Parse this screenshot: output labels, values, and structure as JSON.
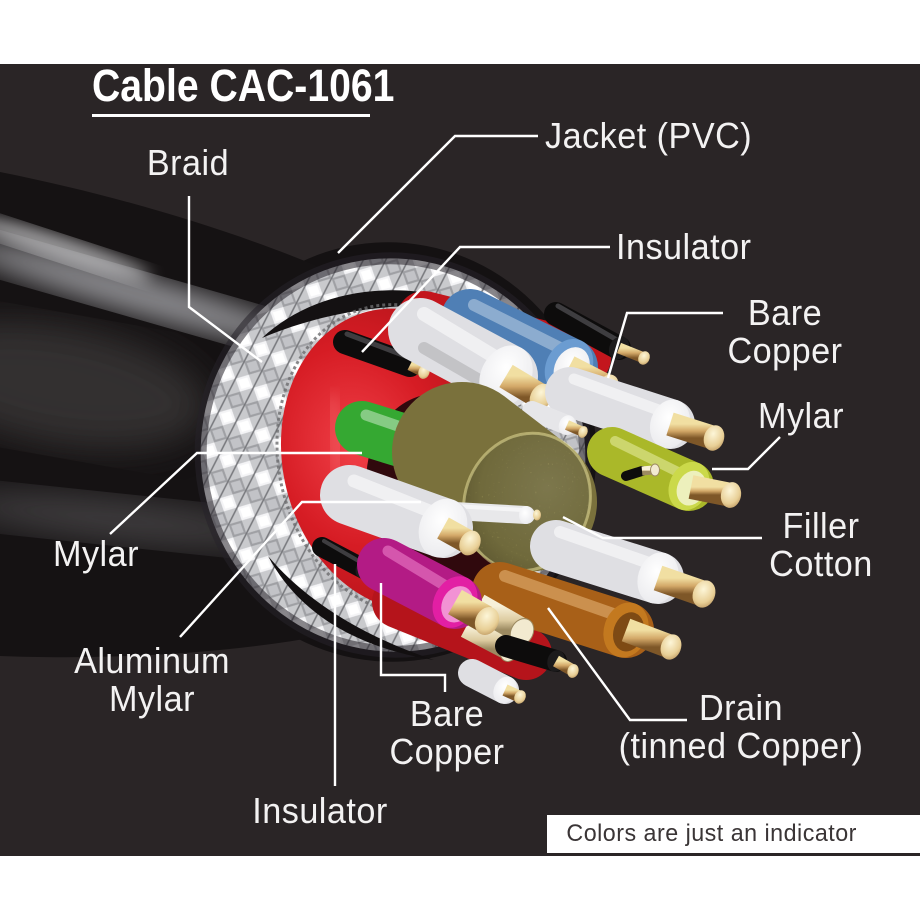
{
  "title": {
    "text": "Cable CAC-1061"
  },
  "note": {
    "text": "Colors are just an indicator"
  },
  "labels": {
    "braid": "Braid",
    "jacket": "Jacket (PVC)",
    "insulator_right": "Insulator",
    "bare_copper_right": "Bare\nCopper",
    "mylar_right": "Mylar",
    "filler_cotton": "Filler\nCotton",
    "mylar_left": "Mylar",
    "aluminum_mylar": "Aluminum\nMylar",
    "bare_copper_bottom": "Bare\nCopper",
    "insulator_bottom": "Insulator",
    "drain": "Drain\n(tinned Copper)"
  },
  "colors": {
    "background": "#2a2526",
    "panel_white": "#ffffff",
    "label_text": "#f3f2f2",
    "note_text": "#3a3536",
    "leader_line": "#ffffff",
    "jacket_black": "#161314",
    "braid_white": "#f2f2f4",
    "red_sheath": "#d61c24",
    "copper": "#d3a868",
    "tinned_copper": "#e8dcb4",
    "wire_blue": "#6b9cd1",
    "wire_green": "#47c544",
    "wire_yellow_green": "#cbd94a",
    "wire_orange": "#c3791f",
    "wire_magenta": "#e21fa4",
    "wire_white": "#e9e9ec",
    "wire_black": "#141313",
    "filler_cotton": "#cdc26e"
  }
}
